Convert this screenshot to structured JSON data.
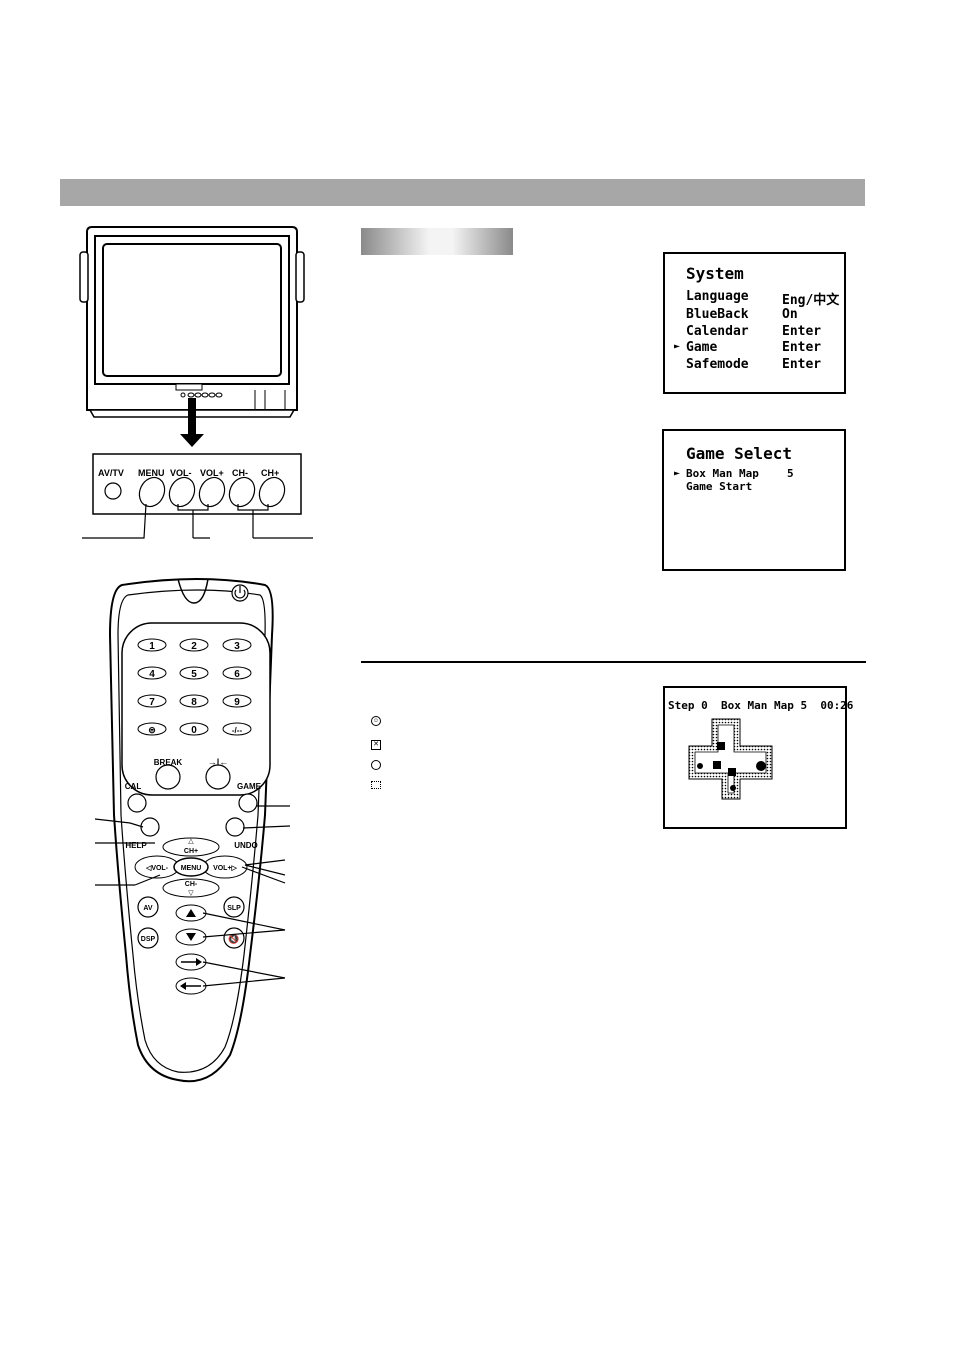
{
  "panel_buttons": [
    "AV/TV",
    "MENU",
    "VOL-",
    "VOL+",
    "CH-",
    "CH+"
  ],
  "remote": {
    "digits": [
      "1",
      "2",
      "3",
      "4",
      "5",
      "6",
      "7",
      "8",
      "9",
      "0",
      "-/--"
    ],
    "break_label": "BREAK",
    "cal_label": "CAL",
    "game_label": "GAME",
    "help_label": "HELP",
    "undo_label": "UNDO",
    "ch_plus": "CH+",
    "ch_minus": "CH-",
    "vol_minus": "◁VOL-",
    "vol_plus": "VOL+▷",
    "menu_label": "MENU",
    "av_label": "AV",
    "dsp_label": "DSP",
    "slp_label": "SLP"
  },
  "system_menu": {
    "title": "System",
    "rows": [
      {
        "label": "Language",
        "value": "Eng/中文",
        "selected": false
      },
      {
        "label": "BlueBack",
        "value": "On",
        "selected": false
      },
      {
        "label": "Calendar",
        "value": "Enter",
        "selected": false
      },
      {
        "label": "Game",
        "value": "Enter",
        "selected": true
      },
      {
        "label": "Safemode",
        "value": "Enter",
        "selected": false
      }
    ],
    "pointer": "►"
  },
  "game_select": {
    "title": "Game Select",
    "rows": [
      {
        "label": "Box Man Map",
        "value": "5",
        "selected": true
      },
      {
        "label": "Game Start",
        "value": "",
        "selected": false
      }
    ],
    "pointer": "►"
  },
  "game_screen": {
    "status": "Step 0  Box Man Map 5  00:26"
  }
}
